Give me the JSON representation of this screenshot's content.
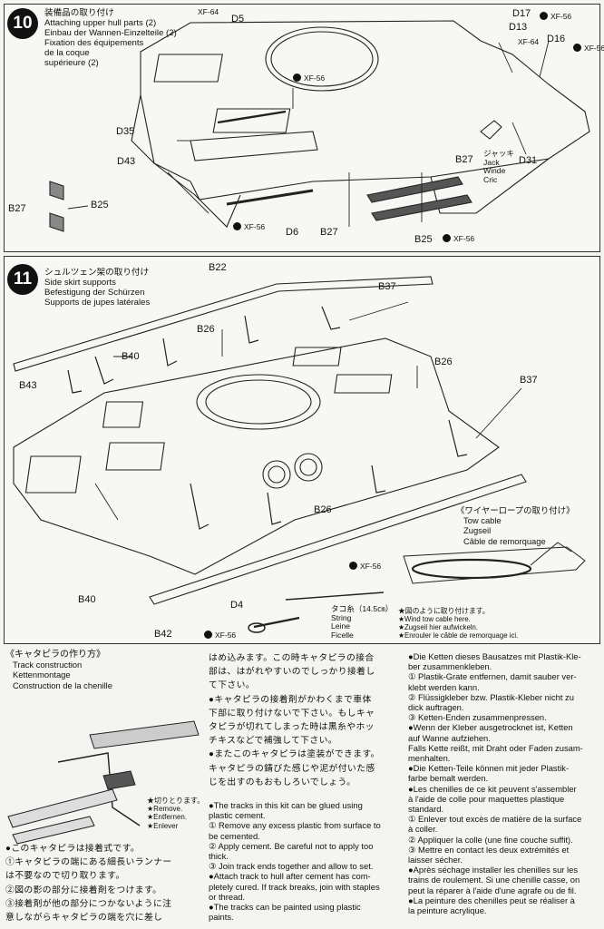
{
  "step10": {
    "number": "10",
    "title_jp": "装備品の取り付け",
    "title_en": "Attaching upper hull parts (2)",
    "title_de": "Einbau der Wannen-Einzelteile (2)",
    "title_fr1": "Fixation des équipements",
    "title_fr2": "de la coque",
    "title_fr3": "supérieure (2)",
    "labels": {
      "xf64a": "XF-64",
      "d5": "D5",
      "d17": "D17",
      "xf56a": "XF-56",
      "d13": "D13",
      "xf64b": "XF-64",
      "d16": "D16",
      "xf56b": "XF-56",
      "xf56c": "XF-56",
      "d35": "D35",
      "d43": "D43",
      "b27a": "B27",
      "b25a": "B25",
      "xf56d": "XF-56",
      "d6": "D6",
      "b27b": "B27",
      "b27c": "B27",
      "d31": "D31",
      "b25b": "B25",
      "xf56e": "XF-56"
    },
    "jack": [
      "ジャッキ",
      "Jack",
      "Winde",
      "Cric"
    ]
  },
  "step11": {
    "number": "11",
    "title_jp": "シュルツェン架の取り付け",
    "title_en": "Side skirt supports",
    "title_de": "Befestigung der Schürzen",
    "title_fr": "Supports de jupes latérales",
    "labels": {
      "b22": "B22",
      "b37a": "B37",
      "b26a": "B26",
      "b40a": "B40",
      "b43": "B43",
      "b26b": "B26",
      "b37b": "B37",
      "b26c": "B26",
      "b40b": "B40",
      "b42": "B42",
      "d4": "D4",
      "xf56a": "XF-56",
      "xf56b": "XF-56"
    },
    "string": {
      "length": "タコ糸（14.5㎝）",
      "en": "String",
      "de": "Leine",
      "fr": "Ficelle"
    },
    "tow_cable": {
      "title_jp": "《ワイヤーロープの取り付け》",
      "en": "Tow cable",
      "de": "Zugseil",
      "fr": "Câble de remorquage",
      "note_jp": "★図のように取り付けます。",
      "note_en": "★Wind tow cable here.",
      "note_de": "★Zugseil hier aufwickeln.",
      "note_fr": "★Enrouler le câble de remorquage ici."
    }
  },
  "track": {
    "title_jp": "《キャタピラの作り方》",
    "title_en": "Track construction",
    "title_de": "Kettenmontage",
    "title_fr": "Construction de la chenille",
    "remove_jp": "★切りとります。",
    "remove_en": "★Remove.",
    "remove_de": "★Entfernen.",
    "remove_fr": "★Enlever",
    "jp_col1": [
      "●このキャタピラは接着式です。",
      "①キャタピラの端にある細長いランナー",
      "は不要なので切り取ります。",
      "②図の影の部分に接着剤をつけます。",
      "③接着剤が他の部分につかないように注",
      "意しながらキャタピラの端を穴に差し"
    ],
    "jp_col2": [
      "はめ込みます。この時キャタピラの接合",
      "部は、はがれやすいのでしっかり接着し",
      "て下さい。",
      "●キャタピラの接着剤がかわくまで車体",
      "下部に取り付けないで下さい。もしキャ",
      "タピラが切れてしまった時は黒糸やホッ",
      "チキスなどで補強して下さい。",
      "●またこのキャタピラは塗装ができます。",
      "キャタピラの錆びた感じや泥が付いた感",
      "じを出すのもおもしろいでしょう。"
    ],
    "en_col2": [
      "●The tracks in this kit can be glued using",
      "plastic cement.",
      "① Remove any excess plastic from surface to",
      "be cemented.",
      "② Apply cement. Be careful not to apply too",
      "thick.",
      "③ Join track ends together and allow to set.",
      "●Attach track to hull after cement has com-",
      "pletely cured. If track breaks, join with staples",
      "or thread.",
      "●The tracks can be painted using plastic",
      "paints."
    ],
    "de_fr_col3": [
      "●Die Ketten dieses Bausatzes mit Plastik-Kle-",
      "ber zusammenkleben.",
      "① Plastik-Grate entfernen, damit sauber ver-",
      "klebt werden kann.",
      "② Flüssigkleber bzw. Plastik-Kleber nicht zu",
      "dick auftragen.",
      "③ Ketten-Enden zusammenpressen.",
      "●Wenn der Kleber ausgetrocknet ist, Ketten",
      "auf Wanne aufziehen.",
      "Falls Kette reißt, mit Draht oder Faden zusam-",
      "menhalten.",
      "●Die Ketten-Teile können mit jeder Plastik-",
      "farbe bemalt werden.",
      "●Les chenilles de ce kit peuvent s'assembler",
      "à l'aide de colle pour maquettes plastique",
      "standard.",
      "① Enlever tout excès de matière de la surface",
      "à coller.",
      "② Appliquer la colle (une fine couche suffit).",
      "③ Mettre en contact les deux extrémités et",
      "laisser sécher.",
      "●Après séchage installer les chenilles sur les",
      "trains de roulement. Si une chenille casse, on",
      "peut la réparer à l'aide d'une agrafe ou de fil.",
      "●La peinture des chenilles peut se réaliser à",
      "la peinture acrylique."
    ]
  }
}
